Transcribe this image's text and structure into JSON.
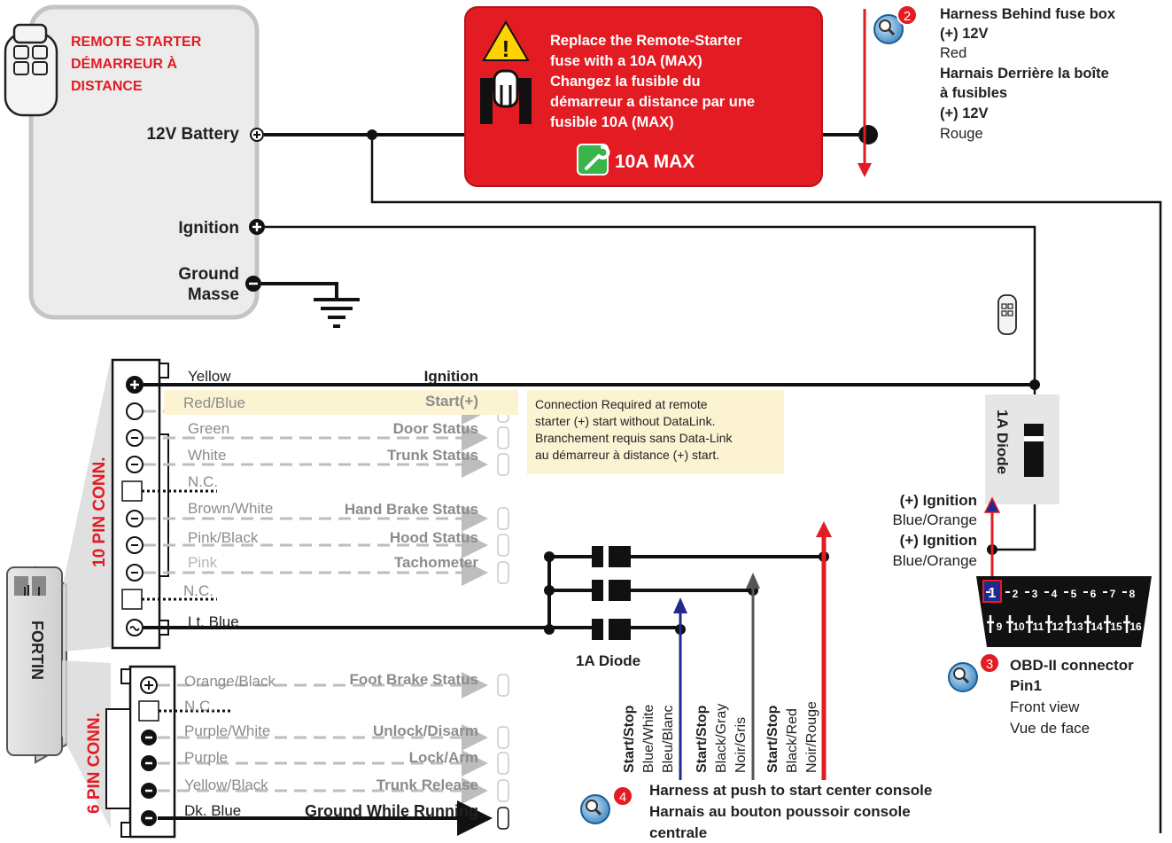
{
  "remote_starter": {
    "title": [
      "REMOTE STARTER",
      "DÉMARREUR À",
      "DISTANCE"
    ],
    "battery_label": "12V Battery",
    "ignition_label": "Ignition",
    "ground_label": "Ground",
    "masse_label": "Masse"
  },
  "fuse_notice": {
    "lines": [
      "Replace the Remote-Starter",
      "fuse with a 10A (MAX)",
      "Changez la fusible du",
      "démarreur a distance par une",
      "fusible 10A (MAX)"
    ],
    "badge": "10A MAX"
  },
  "harness_fuse_box": {
    "number": "2",
    "lines_bold": [
      "Harness Behind fuse box",
      "(+) 12V"
    ],
    "line_red": "Red",
    "lines_bold_fr": [
      "Harnais Derrière la boîte",
      "à fusibles",
      "(+) 12V"
    ],
    "line_rouge": "Rouge"
  },
  "ten_pin": {
    "label": "10 PIN CONN.",
    "wires": [
      {
        "color": "Yellow",
        "function": "Ignition"
      },
      {
        "color": "Red/Blue",
        "function": "Start(+)"
      },
      {
        "color": "Green",
        "function": "Door Status"
      },
      {
        "color": "White",
        "function": "Trunk Status"
      },
      {
        "color": "N.C.",
        "function": ""
      },
      {
        "color": "Brown/White",
        "function": "Hand Brake Status"
      },
      {
        "color": "Pink/Black",
        "function": "Hood Status"
      },
      {
        "color": "Pink",
        "function": "Tachometer"
      },
      {
        "color": "N.C.",
        "function": ""
      },
      {
        "color": "Lt. Blue",
        "function": ""
      }
    ]
  },
  "six_pin": {
    "label": "6 PIN CONN.",
    "wires": [
      {
        "color": "Orange/Black",
        "function": "Foot Brake Status"
      },
      {
        "color": "N.C.",
        "function": ""
      },
      {
        "color": "Purple/White",
        "function": "Unlock/Disarm"
      },
      {
        "color": "Purple",
        "function": "Lock/Arm"
      },
      {
        "color": "Yellow/Black",
        "function": "Trunk Release"
      },
      {
        "color": "Dk. Blue",
        "function": "Ground While Running"
      }
    ]
  },
  "connection_note": [
    "Connection Required at remote",
    "starter (+) start without DataLink.",
    "Branchement requis sans Data-Link",
    "au démarreur à distance (+) start."
  ],
  "diode_1a_label": "1A Diode",
  "diode_1a_vertical": "1A Diode",
  "obd_side": {
    "ign1": "(+) Ignition",
    "col1": "Blue/Orange",
    "ign2": "(+) Ignition",
    "col2": "Blue/Orange"
  },
  "obd_pins_top": [
    "1",
    "2",
    "3",
    "4",
    "5",
    "6",
    "7",
    "8"
  ],
  "obd_pins_bottom": [
    "9",
    "10",
    "11",
    "12",
    "13",
    "14",
    "15",
    "16"
  ],
  "obd_callout": {
    "number": "3",
    "title": "OBD-II connector",
    "pin": "Pin1",
    "front": "Front view",
    "vue": "Vue de face"
  },
  "start_stop": [
    {
      "label": "Start/Stop",
      "c1": "Blue/White",
      "c2": "Bleu/Blanc"
    },
    {
      "label": "Start/Stop",
      "c1": "Black/Gray",
      "c2": "Noir/Gris"
    },
    {
      "label": "Start/Stop",
      "c1": "Black/Red",
      "c2": "Noir/Rouge"
    }
  ],
  "console_callout": {
    "number": "4",
    "lines": [
      "Harness at push to start center console",
      "Harnais au bouton poussoir console",
      "centrale"
    ]
  },
  "brand": "FORTIN",
  "colors": {
    "red": "#e31b23",
    "blue": "#1f2a8c",
    "gray_wire": "#bdbdbd",
    "note_bg": "#fbf3d2"
  }
}
